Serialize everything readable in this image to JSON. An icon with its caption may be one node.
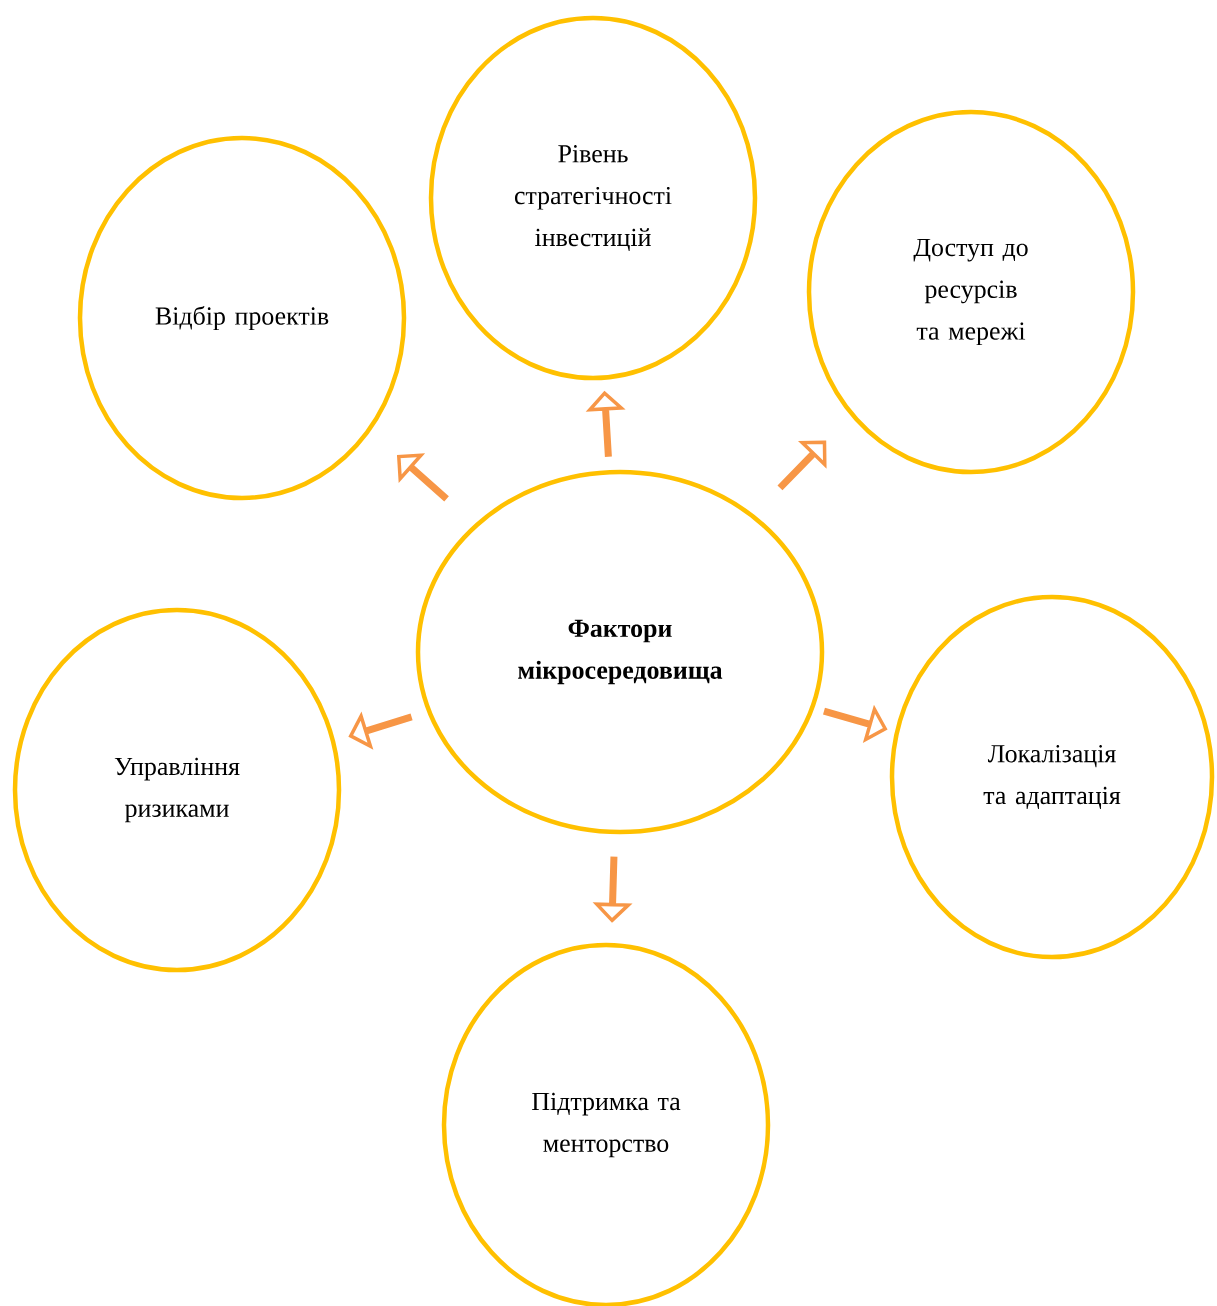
{
  "diagram": {
    "nodes": [
      {
        "text": [
          "Рівень стратегічності інвестицій"
        ]
      },
      {
        "text": [
          "Доступ до ресурсів та мережі"
        ]
      },
      {
        "text": [
          "Відбір проектів"
        ]
      },
      {
        "text": [
          "**Фактори мікросередовища**"
        ]
      },
      {
        "text": [
          "Локалізація та адаптація"
        ]
      },
      {
        "text": [
          "Управління ризиками"
        ]
      },
      {
        "text": [
          "Підтримка та менторство"
        ]
      }
    ],
    "edges": [
      {
        "from": 3,
        "to": 0,
        "arrow": "to"
      },
      {
        "from": 3,
        "to": 1,
        "arrow": "to"
      },
      {
        "from": 3,
        "to": 2,
        "arrow": "to"
      },
      {
        "from": 3,
        "to": 4,
        "arrow": "to"
      },
      {
        "from": 3,
        "to": 5,
        "arrow": "to"
      },
      {
        "from": 3,
        "to": 6,
        "arrow": "to"
      }
    ]
  }
}
